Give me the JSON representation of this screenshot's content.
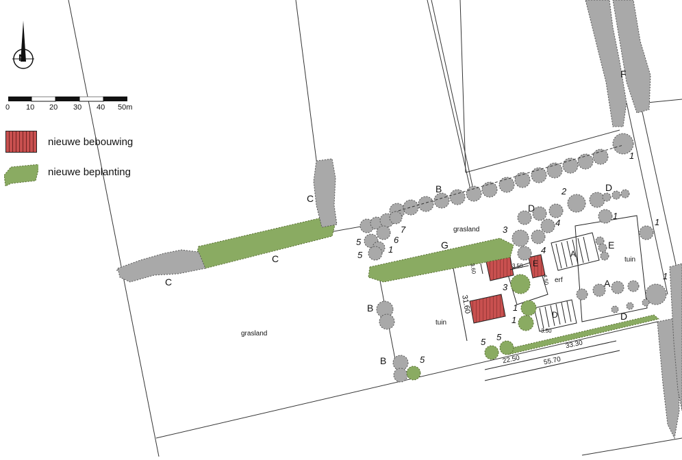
{
  "compass": {
    "letter": "N"
  },
  "scale": {
    "ticks": [
      "0",
      "10",
      "20",
      "30",
      "40",
      "50m"
    ]
  },
  "legend": [
    {
      "label": "nieuwe bebouwing",
      "color": "#c8504f"
    },
    {
      "label": "nieuwe beplanting",
      "color": "#8aab62"
    }
  ],
  "colors": {
    "tree": "#a9a9a9",
    "tree_edge": "#555555",
    "new_planting": "#8aab62",
    "new_building": "#c8504f",
    "line": "#333333"
  },
  "area_labels": {
    "grasland_1": "grasland",
    "grasland_2": "grasland",
    "tuin_1": "tuin",
    "tuin_2": "tuin",
    "erf": "erf"
  },
  "zone_labels": {
    "A1": "A",
    "A2": "A",
    "B1": "B",
    "B2": "B",
    "B3": "B",
    "C1": "C",
    "C2": "C",
    "C3": "C",
    "D1": "D",
    "D2": "D",
    "D3": "D",
    "D4": "D",
    "E1": "E",
    "E2": "E",
    "F": "F",
    "G": "G"
  },
  "tree_numbers": {
    "n1": "1",
    "n2": "1",
    "n3": "1",
    "n4": "1",
    "n5": "1",
    "n6": "1",
    "n7": "1",
    "n8": "2",
    "n9": "3",
    "n10": "3",
    "n11": "4",
    "n12": "4",
    "n13": "5",
    "n14": "5",
    "n15": "5",
    "n16": "5",
    "n17": "5",
    "n18": "6",
    "n19": "7"
  },
  "dimensions": {
    "d1": "3.60",
    "d2": "3.50",
    "d3": "4.50",
    "d4": "31.60",
    "d5": "3.50",
    "d6": "22.50",
    "d7": "33.30",
    "d8": "55.70"
  }
}
